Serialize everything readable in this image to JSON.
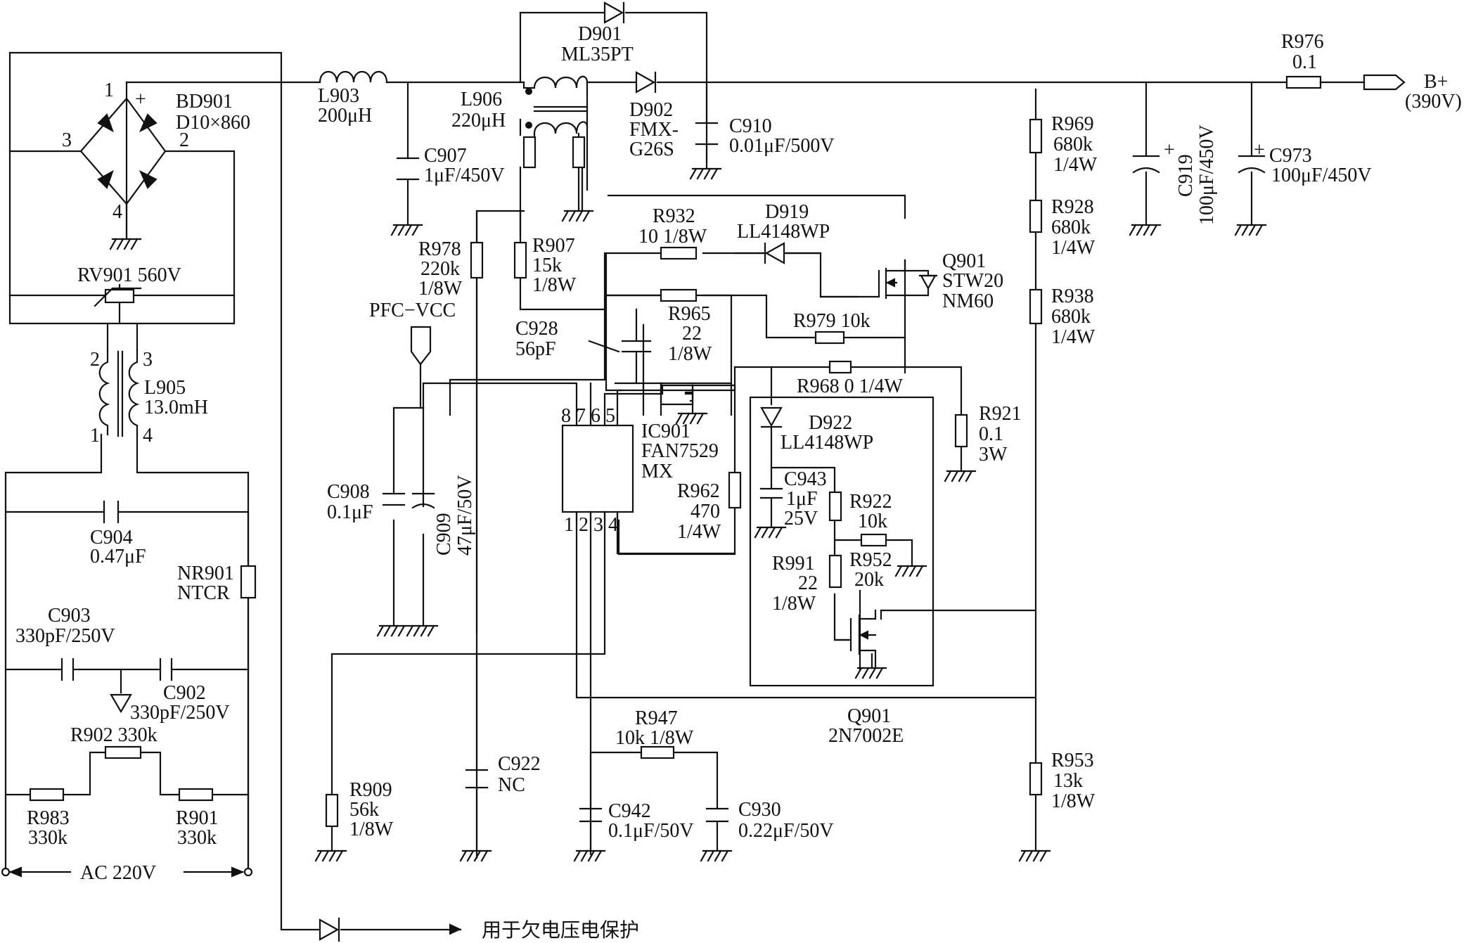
{
  "schematic": {
    "bd901": {
      "ref": "BD901",
      "value": "D10×860",
      "pin1": "1",
      "pin2": "2",
      "pin3": "3",
      "pin4": "4",
      "plus": "+"
    },
    "rv901": {
      "label": "RV901 560V"
    },
    "l905": {
      "ref": "L905",
      "value": "13.0mH",
      "pin1": "1",
      "pin2": "2",
      "pin3": "3",
      "pin4": "4"
    },
    "c904": {
      "ref": "C904",
      "value": "0.47μF"
    },
    "nr901": {
      "ref": "NR901",
      "value": "NTCR"
    },
    "c903": {
      "ref": "C903",
      "value": "330pF/250V"
    },
    "c902": {
      "ref": "C902",
      "value": "330pF/250V"
    },
    "r902": {
      "label": "R902 330k"
    },
    "r983": {
      "ref": "R983",
      "value": "330k"
    },
    "r901": {
      "ref": "R901",
      "value": "330k"
    },
    "ac_input": "AC 220V",
    "undervoltage_note": "用于欠电压电保护",
    "l903": {
      "ref": "L903",
      "value": "200μH"
    },
    "c907": {
      "ref": "C907",
      "value": "1μF/450V"
    },
    "l906": {
      "ref": "L906",
      "value": "220μH"
    },
    "d901": {
      "ref": "D901",
      "value": "ML35PT"
    },
    "d902": {
      "ref": "D902",
      "value1": "FMX-",
      "value2": "G26S"
    },
    "c910": {
      "ref": "C910",
      "value": "0.01μF/500V"
    },
    "r978": {
      "ref": "R978",
      "value": "220k",
      "power": "1/8W"
    },
    "r907": {
      "ref": "R907",
      "value": "15k",
      "power": "1/8W"
    },
    "pfc_vcc": "PFC−VCC",
    "r932": {
      "ref": "R932",
      "value": "10 1/8W"
    },
    "d919": {
      "ref": "D919",
      "value": "LL4148WP"
    },
    "r965": {
      "ref": "R965",
      "value": "22",
      "power": "1/8W"
    },
    "c928": {
      "ref": "C928",
      "value": "56pF"
    },
    "q901_main": {
      "ref": "Q901",
      "value1": "STW20",
      "value2": "NM60"
    },
    "r979": {
      "label": "R979 10k"
    },
    "r968": {
      "label": "R968 0 1/4W"
    },
    "r921": {
      "ref": "R921",
      "value": "0.1",
      "power": "3W"
    },
    "ic901": {
      "ref": "IC901",
      "value1": "FAN7529",
      "value2": "MX",
      "pins_top": "8 7 6 5",
      "pins_bottom": "1 2 3 4"
    },
    "r962": {
      "ref": "R962",
      "value": "470",
      "power": "1/4W"
    },
    "d922": {
      "ref": "D922",
      "value": "LL4148WP"
    },
    "c943": {
      "ref": "C943",
      "value": "1μF",
      "voltage": "25V"
    },
    "r922": {
      "ref": "R922",
      "value": "10k"
    },
    "r991": {
      "ref": "R991",
      "value": "22",
      "power": "1/8W"
    },
    "r952": {
      "ref": "R952",
      "value": "20k"
    },
    "q901_small": {
      "ref": "Q901",
      "value": "2N7002E"
    },
    "c908": {
      "ref": "C908",
      "value": "0.1μF"
    },
    "c909": {
      "ref": "C909",
      "value": "47μF/50V"
    },
    "r909": {
      "ref": "R909",
      "value": "56k",
      "power": "1/8W"
    },
    "c922": {
      "ref": "C922",
      "value": "NC"
    },
    "r947": {
      "ref": "R947",
      "value": "10k 1/8W"
    },
    "c942": {
      "ref": "C942",
      "value": "0.1μF/50V"
    },
    "c930": {
      "ref": "C930",
      "value": "0.22μF/50V"
    },
    "r969": {
      "ref": "R969",
      "value": "680k",
      "power": "1/4W"
    },
    "r928": {
      "ref": "R928",
      "value": "680k",
      "power": "1/4W"
    },
    "r938": {
      "ref": "R938",
      "value": "680k",
      "power": "1/4W"
    },
    "r953": {
      "ref": "R953",
      "value": "13k",
      "power": "1/8W"
    },
    "c919": {
      "ref": "C919",
      "value": "100μF/450V"
    },
    "c973": {
      "ref": "C973",
      "value": "100μF/450V"
    },
    "r976": {
      "ref": "R976",
      "value": "0.1"
    },
    "b_plus": {
      "label": "B+",
      "voltage": "(390V)"
    }
  }
}
